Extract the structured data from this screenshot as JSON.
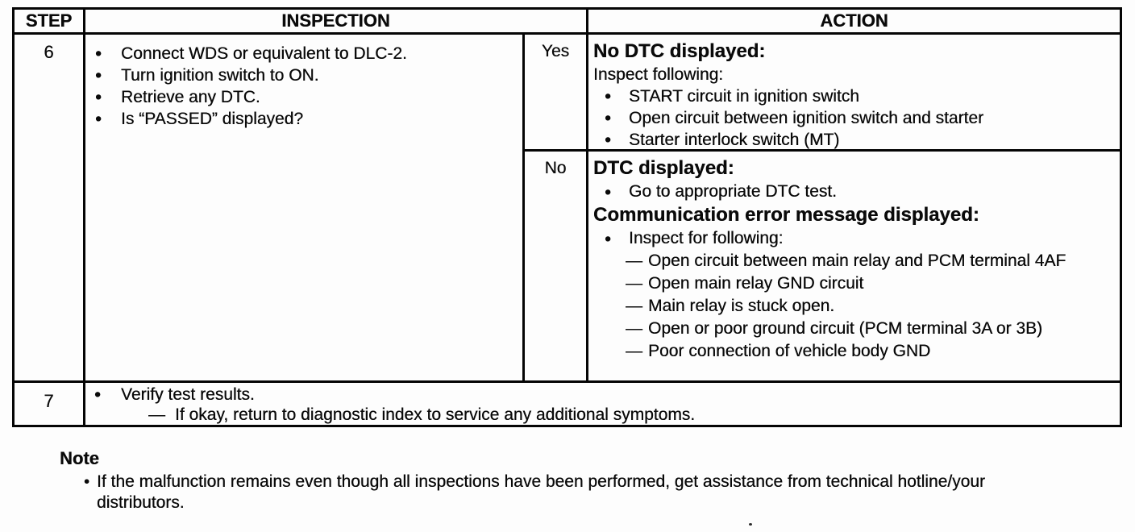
{
  "glyphs": {
    "bullet": "•",
    "dash": "—"
  },
  "table": {
    "headers": {
      "step": "STEP",
      "inspection": "INSPECTION",
      "action": "ACTION"
    },
    "step6": {
      "step": "6",
      "inspection": [
        "Connect WDS or equivalent to DLC-2.",
        "Turn ignition switch to ON.",
        "Retrieve any DTC.",
        "Is “PASSED” displayed?"
      ],
      "yes": {
        "answer": "Yes",
        "heading": "No DTC displayed:",
        "intro": "Inspect following:",
        "bullets": [
          "START circuit in ignition switch",
          "Open circuit between ignition switch and starter",
          "Starter interlock switch (MT)"
        ]
      },
      "no": {
        "answer": "No",
        "heading1": "DTC displayed:",
        "bullet1": "Go to appropriate DTC test.",
        "heading2": "Communication error message displayed:",
        "bullet2": "Inspect for following:",
        "sub_items": [
          "Open circuit between main relay and PCM terminal 4AF",
          "Open main relay GND circuit",
          "Main relay is stuck open.",
          "Open or poor ground circuit (PCM terminal 3A or 3B)",
          "Poor connection of vehicle body GND"
        ]
      }
    },
    "step7": {
      "step": "7",
      "bullet": "Verify test results.",
      "sub_item": "If okay, return to diagnostic index to service any additional symptoms."
    }
  },
  "note": {
    "title": "Note",
    "text": "If the malfunction remains even though all inspections have been performed, get assistance from technical hotline/your distributors."
  }
}
